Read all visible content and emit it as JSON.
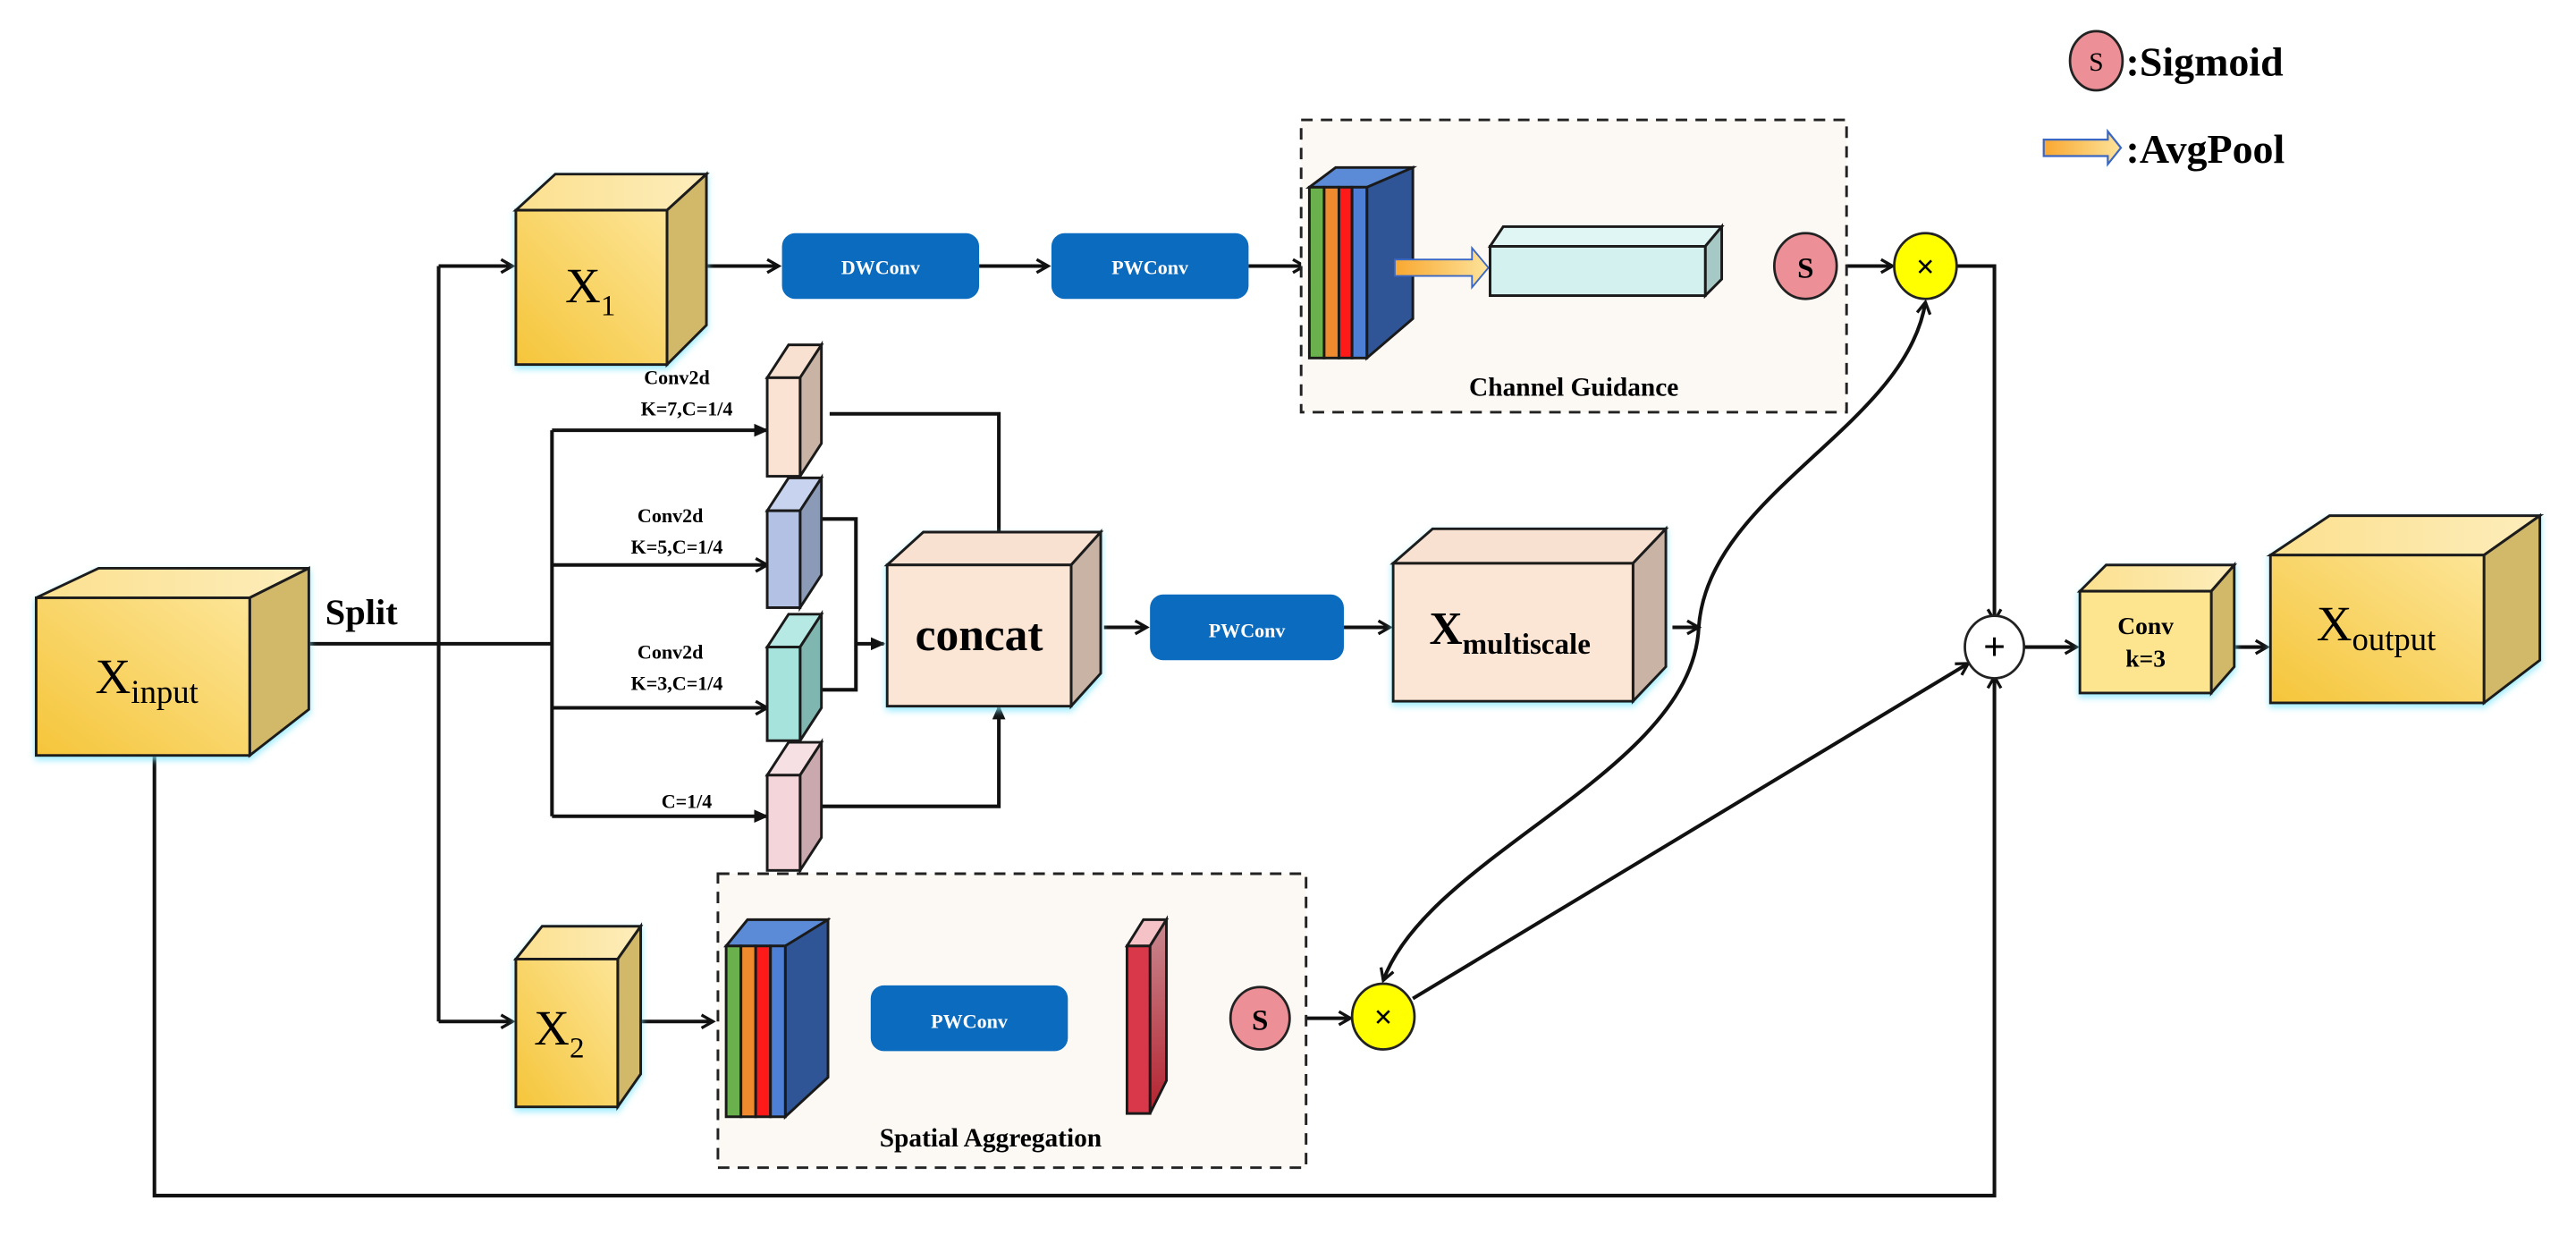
{
  "legend": {
    "sigmoid_symbol": "S",
    "sigmoid_label": ":Sigmoid",
    "avgpool_label": ":AvgPool"
  },
  "nodes": {
    "x_input": {
      "main": "X",
      "sub": "input"
    },
    "split_label": "Split",
    "x1": {
      "main": "X",
      "sub": "1"
    },
    "x2": {
      "main": "X",
      "sub": "2"
    },
    "dwconv": "DWConv",
    "pwconv_top": "PWConv",
    "pwconv_mid": "PWConv",
    "pwconv_bottom": "PWConv",
    "concat": "concat",
    "x_multiscale": {
      "main": "X",
      "sub": "multiscale"
    },
    "conv_k3": {
      "line1": "Conv",
      "line2": "k=3"
    },
    "x_output": {
      "main": "X",
      "sub": "output"
    },
    "sigmoid_top": "S",
    "sigmoid_bottom": "S",
    "multiply_symbol": "×",
    "add_symbol": "+"
  },
  "branches": [
    {
      "line1": "Conv2d",
      "line2": "K=7,C=1/4"
    },
    {
      "line1": "Conv2d",
      "line2": "K=5,C=1/4"
    },
    {
      "line1": "Conv2d",
      "line2": "K=3,C=1/4"
    },
    {
      "line1": "",
      "line2": "C=1/4"
    }
  ],
  "groups": {
    "channel_guidance": "Channel Guidance",
    "spatial_aggregation": "Spatial  Aggregation"
  },
  "colors": {
    "yellow_block": "#f7c948",
    "conv_button": "#0a6bbf",
    "sigmoid": "#ec8f97",
    "multiply": "#ffff00",
    "peach_block": "#fbe5d4",
    "light_cyan": "#d3f1ef"
  }
}
